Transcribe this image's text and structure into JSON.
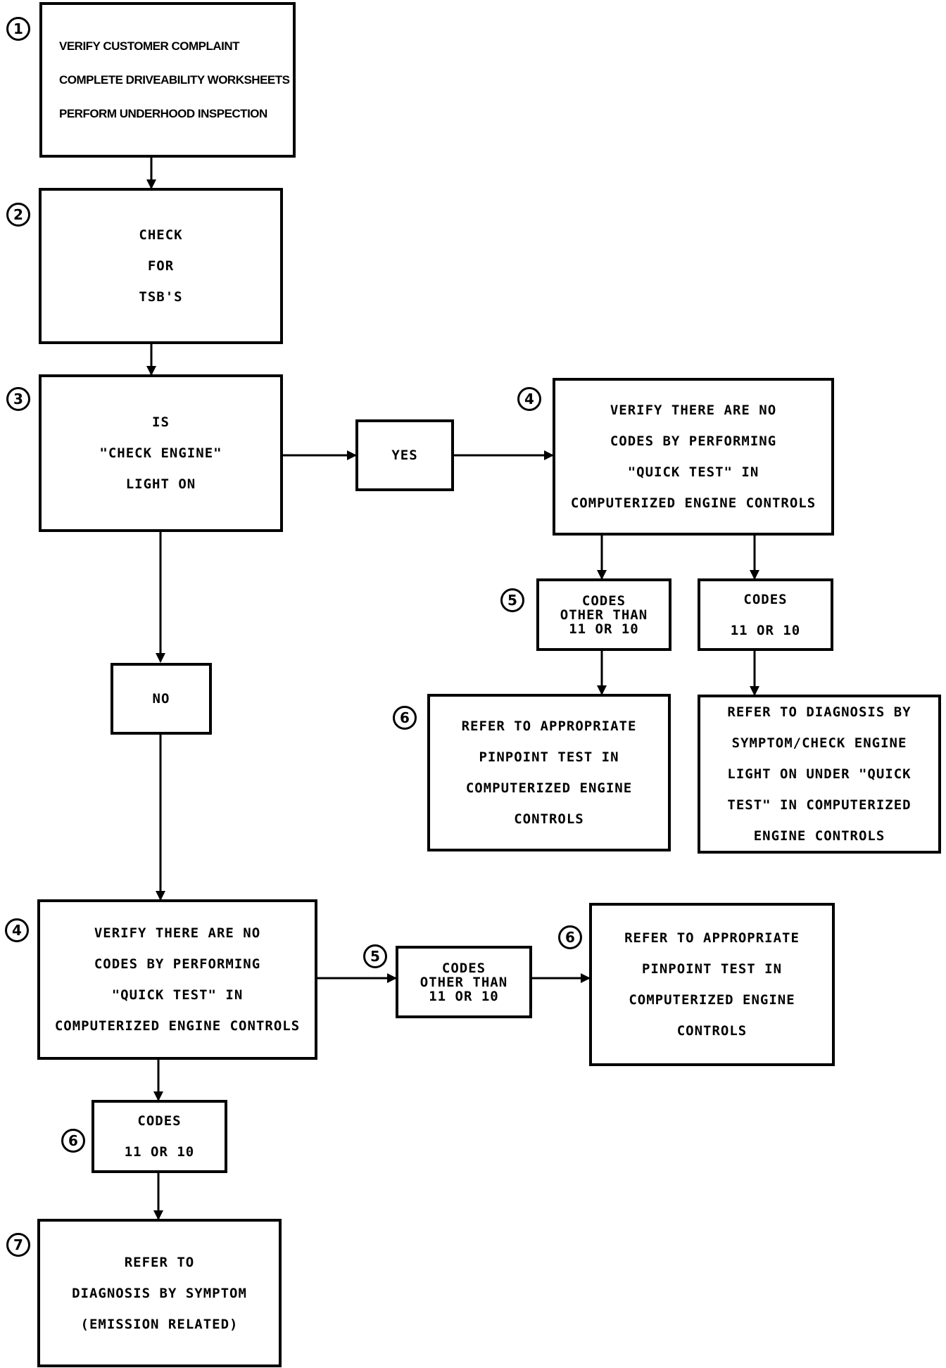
{
  "markers": [
    "1",
    "2",
    "3",
    "4",
    "5",
    "6",
    "4",
    "5",
    "6",
    "6",
    "7"
  ],
  "boxes": {
    "verify_complaint": [
      "VERIFY CUSTOMER COMPLAINT",
      "COMPLETE DRIVEABILITY WORKSHEETS",
      "PERFORM UNDERHOOD INSPECTION"
    ],
    "check_tsb": [
      "CHECK",
      "FOR",
      "TSB'S"
    ],
    "check_engine_light": [
      "IS",
      "\"CHECK ENGINE\"",
      "LIGHT ON"
    ],
    "yes": [
      "YES"
    ],
    "no": [
      "NO"
    ],
    "quick_test_yes": [
      "VERIFY THERE ARE NO",
      "CODES BY PERFORMING",
      "\"QUICK TEST\" IN",
      "COMPUTERIZED ENGINE CONTROLS"
    ],
    "codes_other_yes": [
      "CODES",
      "OTHER THAN",
      "11 OR 10"
    ],
    "codes_11_yes": [
      "CODES",
      "11 OR 10"
    ],
    "pinpoint_yes": [
      "REFER TO APPROPRIATE",
      "PINPOINT TEST IN",
      "COMPUTERIZED ENGINE",
      "CONTROLS"
    ],
    "symptom_check_engine": [
      "REFER TO DIAGNOSIS BY",
      "SYMPTOM/CHECK ENGINE",
      "LIGHT ON UNDER \"QUICK",
      "TEST\" IN COMPUTERIZED",
      "ENGINE CONTROLS"
    ],
    "quick_test_no": [
      "VERIFY THERE ARE NO",
      "CODES BY PERFORMING",
      "\"QUICK TEST\" IN",
      "COMPUTERIZED ENGINE CONTROLS"
    ],
    "codes_other_no": [
      "CODES",
      "OTHER THAN",
      "11 OR 10"
    ],
    "pinpoint_no": [
      "REFER TO APPROPRIATE",
      "PINPOINT TEST IN",
      "COMPUTERIZED ENGINE",
      "CONTROLS"
    ],
    "codes_11_no": [
      "CODES",
      "11 OR 10"
    ],
    "symptom_emission": [
      "REFER TO",
      "DIAGNOSIS BY SYMPTOM",
      "(EMISSION RELATED)"
    ]
  }
}
